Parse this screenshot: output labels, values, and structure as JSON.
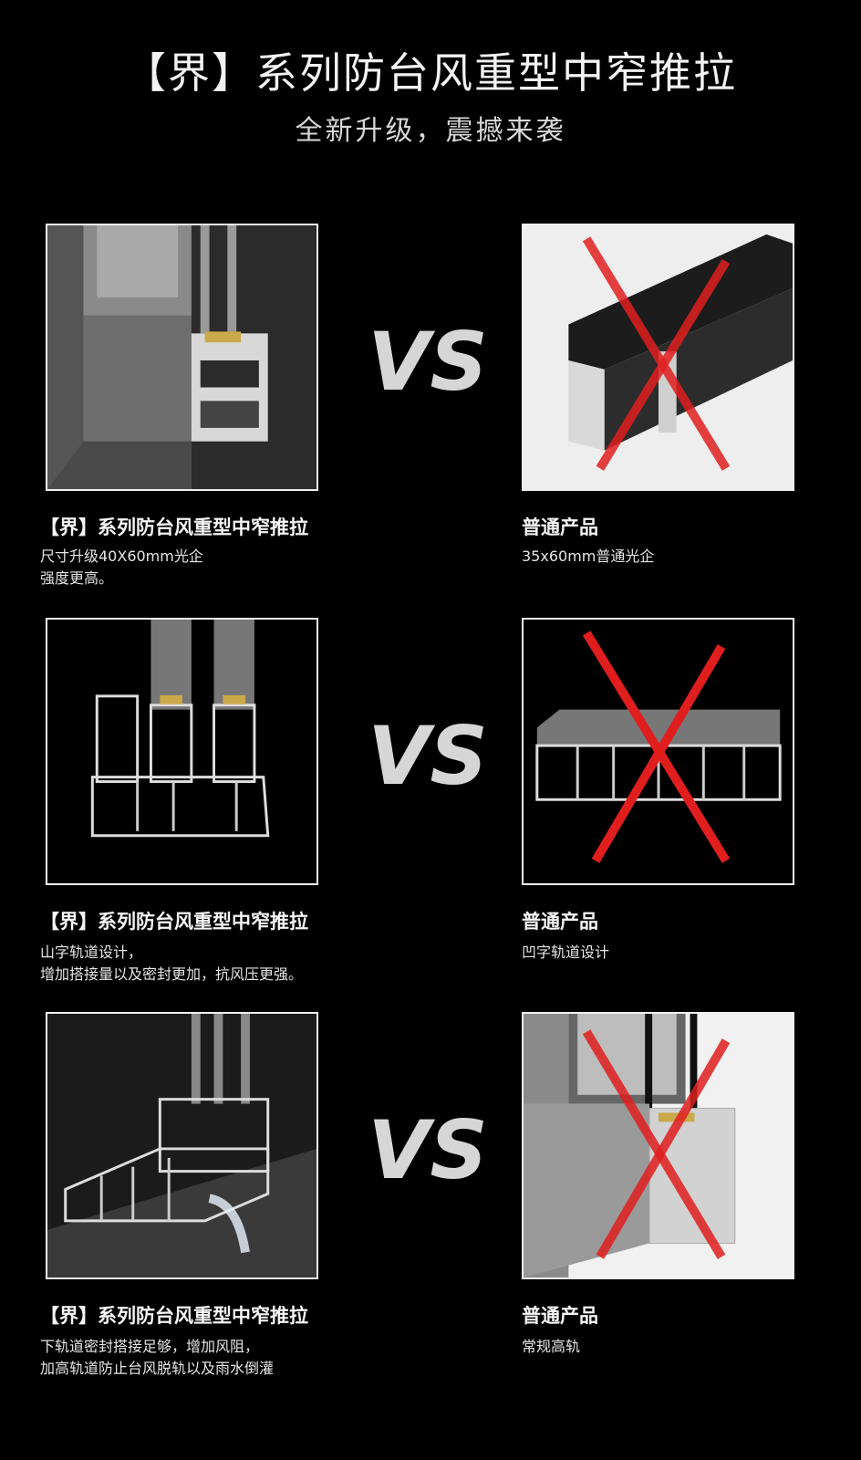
{
  "header": {
    "title": "【界】系列防台风重型中窄推拉",
    "subtitle": "全新升级，震撼来袭"
  },
  "vs_label": "VS",
  "comparisons": [
    {
      "ours": {
        "title": "【界】系列防台风重型中窄推拉",
        "desc_lines": [
          "尺寸升级40X60mm光企",
          "强度更高。"
        ]
      },
      "theirs": {
        "title": "普通产品",
        "desc_lines": [
          "35x60mm普通光企"
        ]
      }
    },
    {
      "ours": {
        "title": "【界】系列防台风重型中窄推拉",
        "desc_lines": [
          "山字轨道设计，",
          "增加搭接量以及密封更加，抗风压更强。"
        ]
      },
      "theirs": {
        "title": "普通产品",
        "desc_lines": [
          "凹字轨道设计"
        ]
      }
    },
    {
      "ours": {
        "title": "【界】系列防台风重型中窄推拉",
        "desc_lines": [
          "下轨道密封搭接足够，增加风阻，",
          "加高轨道防止台风脱轨以及雨水倒灌"
        ]
      },
      "theirs": {
        "title": "普通产品",
        "desc_lines": [
          "常规高轨"
        ]
      }
    }
  ],
  "colors": {
    "background": "#000000",
    "cross_red": "#e01e1e",
    "frame_border": "#f0f0f0"
  }
}
